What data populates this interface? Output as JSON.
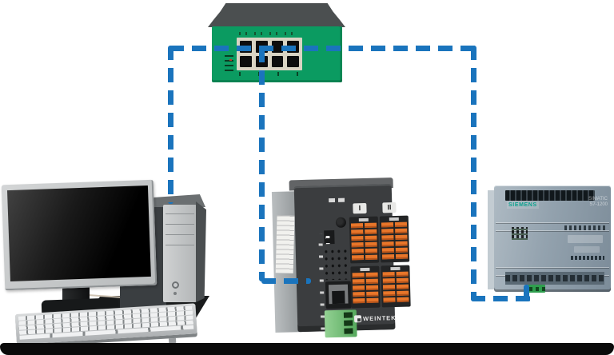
{
  "connections": {
    "color": "#1a74bd",
    "style": "dashed"
  },
  "switch": {
    "body_color": "#0b9b61",
    "top_color": "#4b4f50",
    "port_panel_color": "#d9d4c3",
    "port_count": "8"
  },
  "controller": {
    "brand": "WEINTEK",
    "slot1_label": "I",
    "slot2_label": "II",
    "terminal_color": "#e8762a",
    "green_terminal_color": "#56a95d"
  },
  "plc": {
    "brand": "SIEMENS",
    "series": "SIMATIC",
    "model": "S7-1200",
    "brand_color": "#0ca08e",
    "body_color": "#93a2ae"
  }
}
